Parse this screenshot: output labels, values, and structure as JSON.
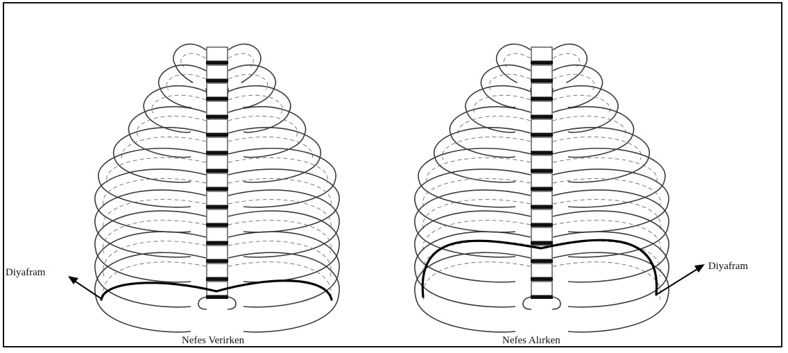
{
  "panels": [
    {
      "caption": "Nefes Verirken",
      "label": "Diyafram"
    },
    {
      "caption": "Nefes Alırken",
      "label": "Diyafram"
    }
  ],
  "colors": {
    "line": "#111111",
    "diaphragm": "#000000",
    "background": "#ffffff"
  }
}
